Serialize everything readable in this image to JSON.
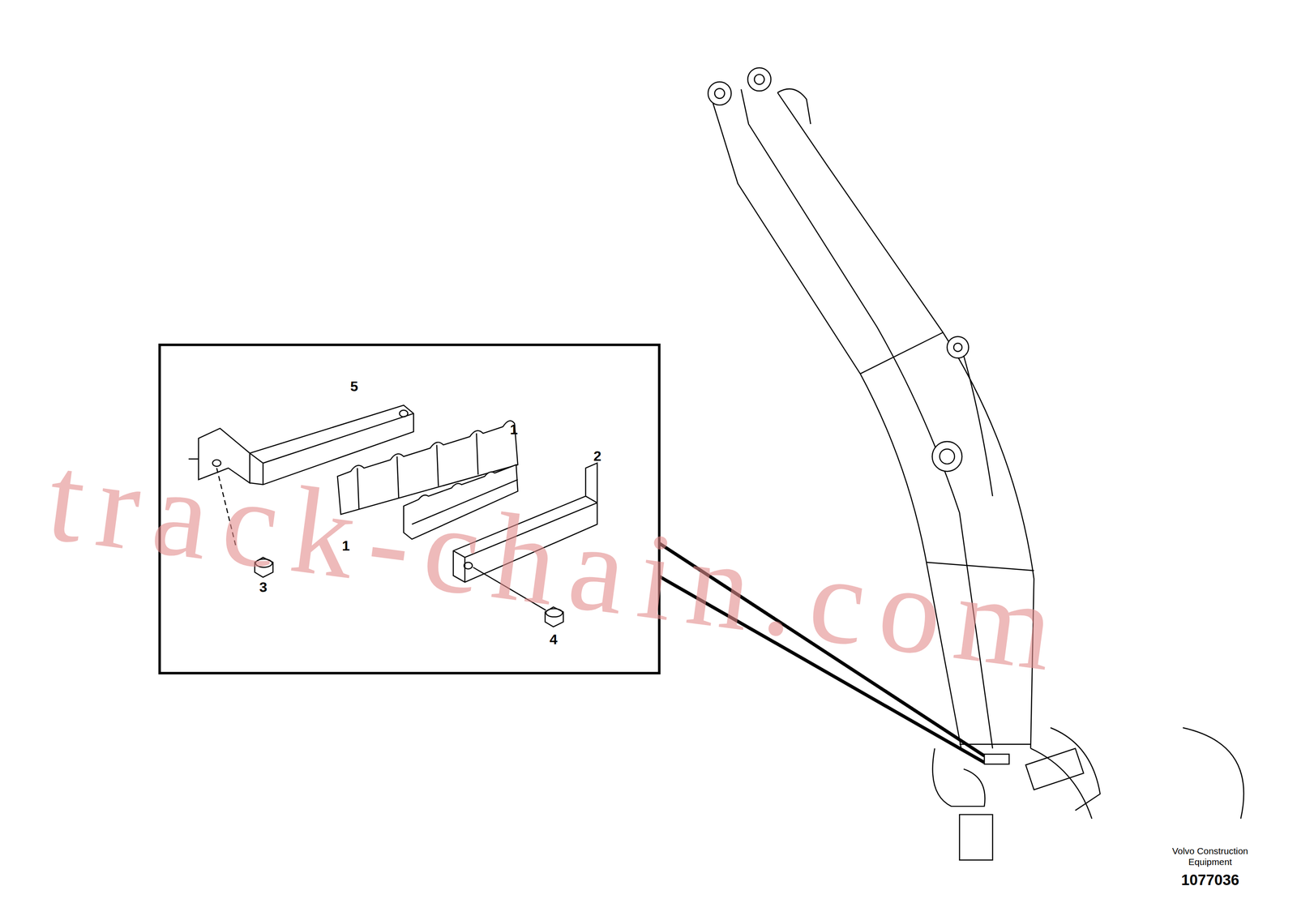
{
  "diagram": {
    "labels": [
      "5",
      "1",
      "1",
      "2",
      "3",
      "4",
      "track-chain.com",
      "Volvo Construction Equipment",
      "1077036"
    ]
  }
}
